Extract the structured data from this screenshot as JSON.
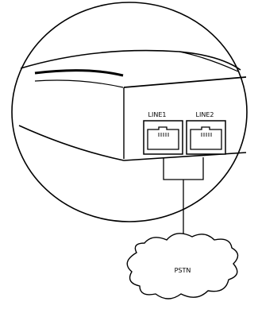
{
  "ports": [
    {
      "label": "LINE1"
    },
    {
      "label": "LINE2"
    }
  ],
  "network": {
    "label": "PSTN"
  },
  "colors": {
    "line": "#000000",
    "background": "#ffffff",
    "device_face": "#ffffff"
  }
}
